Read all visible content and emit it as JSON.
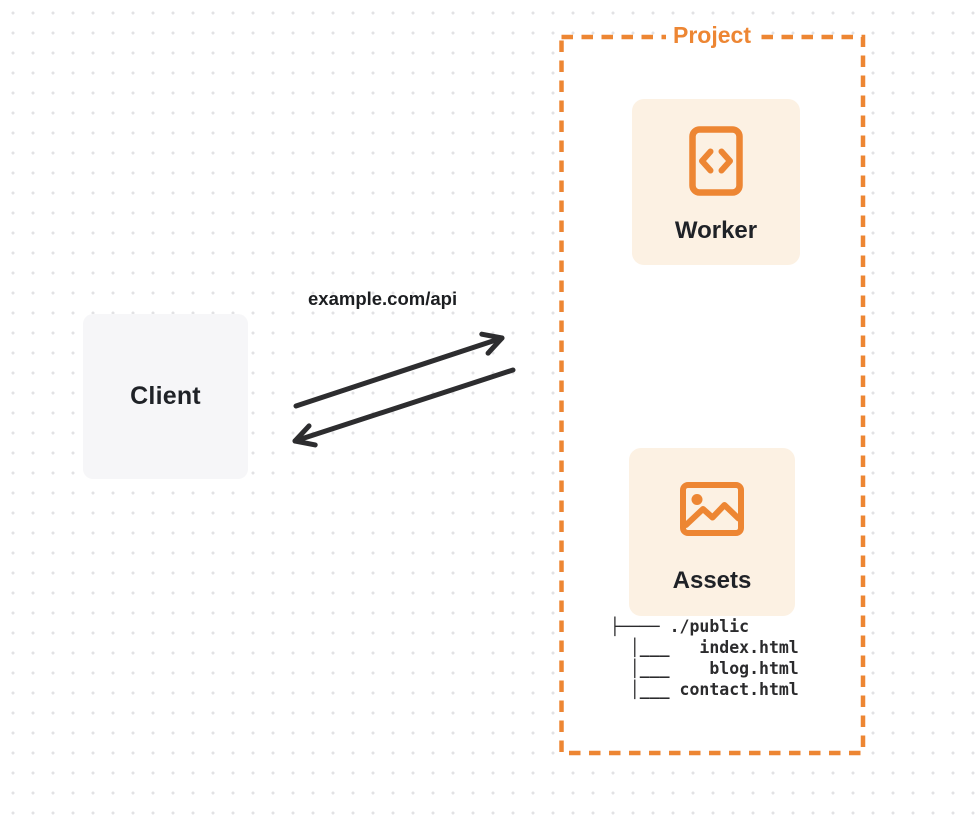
{
  "colors": {
    "accent_orange": "#ED8633",
    "card_cream": "#FCF1E3",
    "client_gray": "#F6F6F8",
    "ink": "#1F2227",
    "arrow_dark": "#2D2D2F",
    "dot_grid": "#E2E2E4"
  },
  "client": {
    "label": "Client"
  },
  "request": {
    "label": "example.com/api"
  },
  "project": {
    "label": "Project",
    "cards": [
      {
        "label": "Worker",
        "icon": "code-file-icon"
      },
      {
        "label": "Assets",
        "icon": "image-icon"
      }
    ],
    "file_tree": {
      "root": "./public",
      "files": [
        "index.html",
        "blog.html",
        "contact.html"
      ],
      "display_lines": [
        "├──── ./public",
        "  │___   index.html",
        "  │___    blog.html",
        "  │___ contact.html"
      ]
    }
  }
}
